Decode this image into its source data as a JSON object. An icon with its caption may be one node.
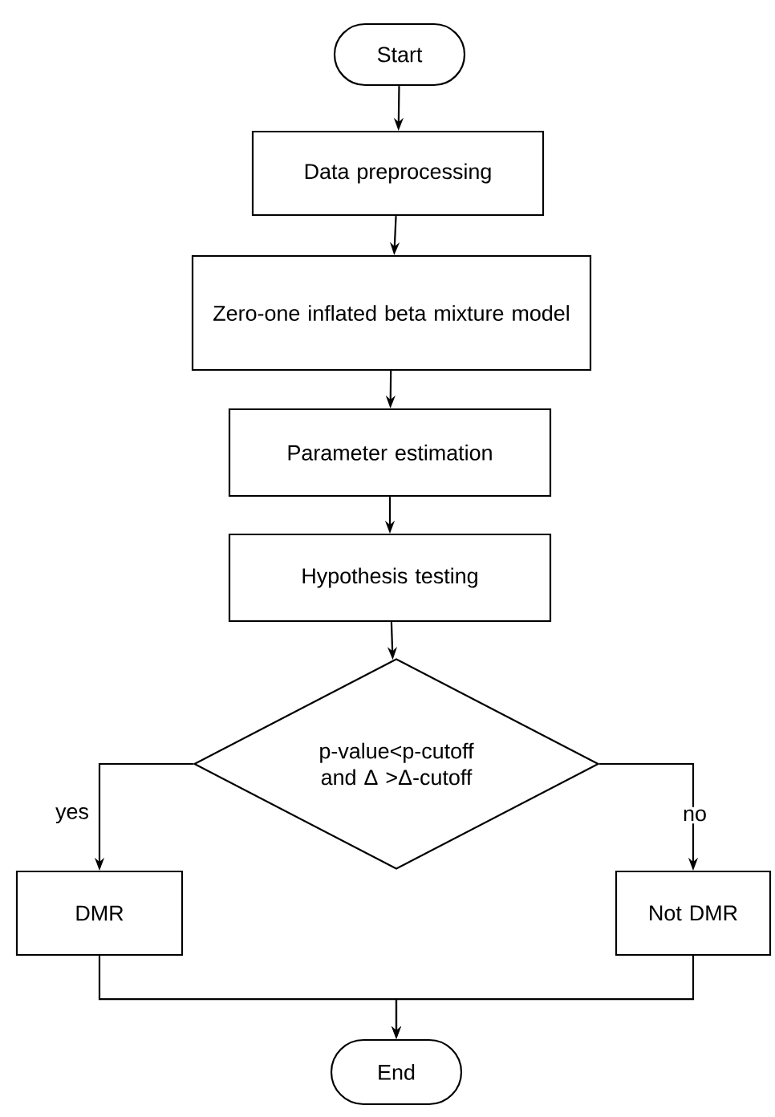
{
  "diagram": {
    "nodes": [
      {
        "text": [
          "Start"
        ]
      },
      {
        "text": [
          "Data preprocessing"
        ]
      },
      {
        "text": [
          "Zero-one inflated beta mixture model"
        ]
      },
      {
        "text": [
          "Parameter estimation"
        ]
      },
      {
        "text": [
          "Hypothesis testing"
        ]
      },
      {
        "text": [
          "p-value<p-cutoff and Δ >Δ-cutoff"
        ]
      },
      {
        "text": [
          "DMR"
        ]
      },
      {
        "text": [
          "Not DMR"
        ]
      },
      {
        "text": [
          "End"
        ]
      }
    ],
    "edges": [
      {
        "from": 0,
        "to": 1,
        "arrow": "to"
      },
      {
        "from": 1,
        "to": 2,
        "arrow": "to"
      },
      {
        "from": 2,
        "to": 3,
        "arrow": "to"
      },
      {
        "from": 3,
        "to": 4,
        "arrow": "to"
      },
      {
        "from": 4,
        "to": 5,
        "arrow": "to"
      },
      {
        "from": 5,
        "to": 6,
        "arrow": "to",
        "label": "yes"
      },
      {
        "from": 5,
        "to": 7,
        "arrow": "to",
        "label": "no"
      },
      {
        "from": 6,
        "to": 8,
        "arrow": "to"
      },
      {
        "from": 7,
        "to": 8,
        "arrow": "to"
      }
    ]
  }
}
